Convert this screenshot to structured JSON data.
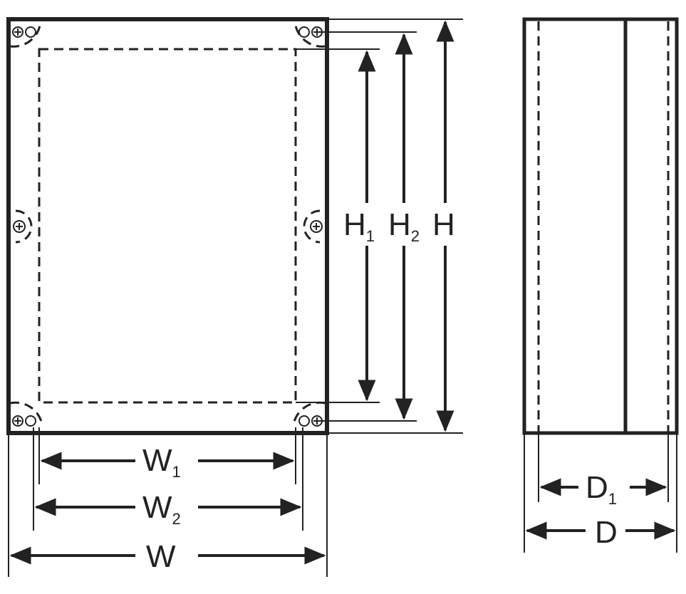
{
  "colors": {
    "line": "#222222",
    "background": "#ffffff"
  },
  "labels": {
    "h1": {
      "main": "H",
      "sub": "1"
    },
    "h2": {
      "main": "H",
      "sub": "2"
    },
    "h": {
      "main": "H",
      "sub": ""
    },
    "w1": {
      "main": "W",
      "sub": "1"
    },
    "w2": {
      "main": "W",
      "sub": "2"
    },
    "w": {
      "main": "W",
      "sub": ""
    },
    "d1": {
      "main": "D",
      "sub": "1"
    },
    "d": {
      "main": "D",
      "sub": ""
    }
  },
  "icons": [
    "screw-icon",
    "hinge-icon",
    "arrowhead-icon"
  ]
}
